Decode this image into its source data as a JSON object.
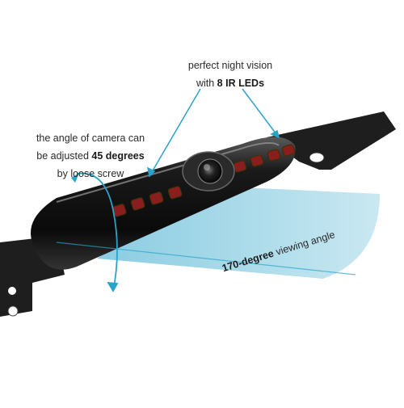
{
  "night_vision": {
    "line1": "perfect night vision",
    "line2_prefix": "with ",
    "line2_bold": "8 IR LEDs"
  },
  "adjust_angle": {
    "line1": "the angle of camera can",
    "line2_prefix": "be adjusted ",
    "line2_bold": "45 degrees",
    "line3": "by loose screw"
  },
  "viewing_angle": {
    "bold": "170-degree",
    "rest": " viewing angle"
  },
  "colors": {
    "accent": "#2aa3c9",
    "camera_body": "#111111",
    "led": "#8a1d1d",
    "bracket": "#1c1c1c"
  }
}
